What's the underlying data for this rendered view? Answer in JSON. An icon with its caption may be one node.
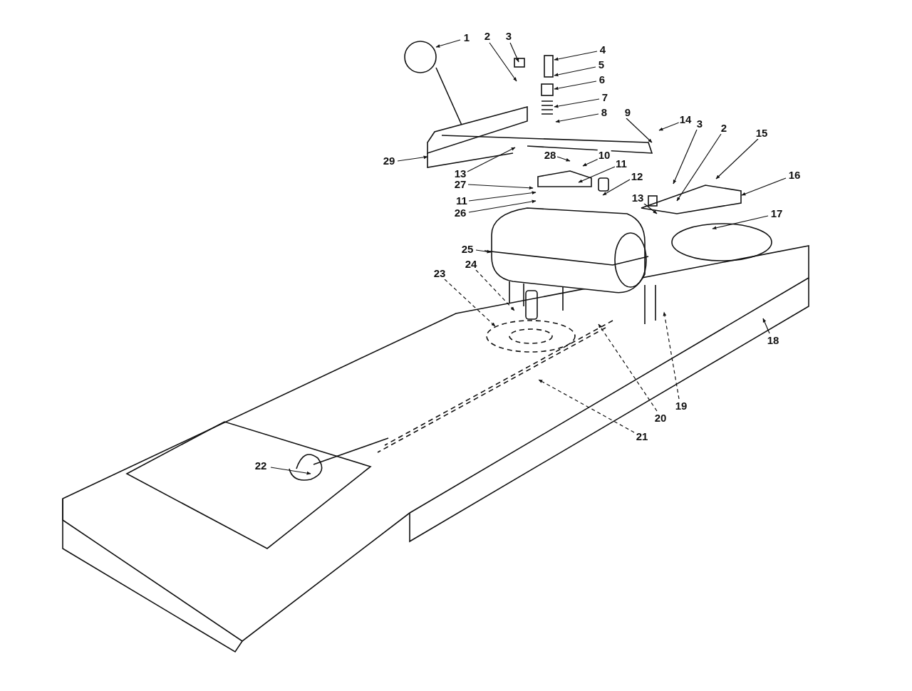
{
  "diagram": {
    "nodes": [
      {
        "text": [
          "1"
        ]
      },
      {
        "text": [
          "2"
        ]
      },
      {
        "text": [
          "3"
        ]
      },
      {
        "text": [
          "4"
        ]
      },
      {
        "text": [
          "5"
        ]
      },
      {
        "text": [
          "6"
        ]
      },
      {
        "text": [
          "7"
        ]
      },
      {
        "text": [
          "8"
        ]
      },
      {
        "text": [
          "9"
        ]
      },
      {
        "text": [
          "14"
        ]
      },
      {
        "text": [
          "3"
        ]
      },
      {
        "text": [
          "2"
        ]
      },
      {
        "text": [
          "15"
        ]
      },
      {
        "text": [
          "16"
        ]
      },
      {
        "text": [
          "29"
        ]
      },
      {
        "text": [
          "13"
        ]
      },
      {
        "text": [
          "28"
        ]
      },
      {
        "text": [
          "10"
        ]
      },
      {
        "text": [
          "11"
        ]
      },
      {
        "text": [
          "12"
        ]
      },
      {
        "text": [
          "27"
        ]
      },
      {
        "text": [
          "11"
        ]
      },
      {
        "text": [
          "26"
        ]
      },
      {
        "text": [
          "13"
        ]
      },
      {
        "text": [
          "17"
        ]
      },
      {
        "text": [
          "25"
        ]
      },
      {
        "text": [
          "24"
        ]
      },
      {
        "text": [
          "23"
        ]
      },
      {
        "text": [
          "18"
        ]
      },
      {
        "text": [
          "19"
        ]
      },
      {
        "text": [
          "20"
        ]
      },
      {
        "text": [
          "21"
        ]
      },
      {
        "text": [
          "22"
        ]
      }
    ],
    "edges": [
      {
        "from": 0,
        "to": null,
        "arrow": "to"
      },
      {
        "from": 1,
        "to": null,
        "arrow": "to"
      },
      {
        "from": 2,
        "to": null,
        "arrow": "to"
      },
      {
        "from": 3,
        "to": null,
        "arrow": "to"
      },
      {
        "from": 4,
        "to": null,
        "arrow": "to"
      },
      {
        "from": 5,
        "to": null,
        "arrow": "to"
      },
      {
        "from": 6,
        "to": null,
        "arrow": "to"
      },
      {
        "from": 7,
        "to": null,
        "arrow": "to"
      },
      {
        "from": 8,
        "to": null,
        "arrow": "to"
      },
      {
        "from": 9,
        "to": null,
        "arrow": "to"
      },
      {
        "from": 10,
        "to": null,
        "arrow": "to"
      },
      {
        "from": 11,
        "to": null,
        "arrow": "to"
      },
      {
        "from": 12,
        "to": null,
        "arrow": "to"
      },
      {
        "from": 13,
        "to": null,
        "arrow": "to"
      },
      {
        "from": 14,
        "to": null,
        "arrow": "to"
      },
      {
        "from": 15,
        "to": null,
        "arrow": "to"
      },
      {
        "from": 16,
        "to": null,
        "arrow": "to"
      },
      {
        "from": 17,
        "to": null,
        "arrow": "to"
      },
      {
        "from": 18,
        "to": null,
        "arrow": "to"
      },
      {
        "from": 19,
        "to": null,
        "arrow": "to"
      },
      {
        "from": 20,
        "to": null,
        "arrow": "to"
      },
      {
        "from": 21,
        "to": null,
        "arrow": "to"
      },
      {
        "from": 22,
        "to": null,
        "arrow": "to"
      },
      {
        "from": 23,
        "to": null,
        "arrow": "to"
      },
      {
        "from": 24,
        "to": null,
        "arrow": "to"
      },
      {
        "from": 25,
        "to": null,
        "arrow": "to"
      },
      {
        "from": 26,
        "to": null,
        "arrow": "to",
        "style": "dashed"
      },
      {
        "from": 27,
        "to": null,
        "arrow": "to",
        "style": "dashed"
      },
      {
        "from": 28,
        "to": null,
        "arrow": "to"
      },
      {
        "from": 29,
        "to": null,
        "arrow": "to",
        "style": "dashed"
      },
      {
        "from": 30,
        "to": null,
        "arrow": "to",
        "style": "dashed"
      },
      {
        "from": 31,
        "to": null,
        "arrow": "to",
        "style": "dashed"
      },
      {
        "from": 32,
        "to": null,
        "arrow": "to"
      }
    ]
  }
}
